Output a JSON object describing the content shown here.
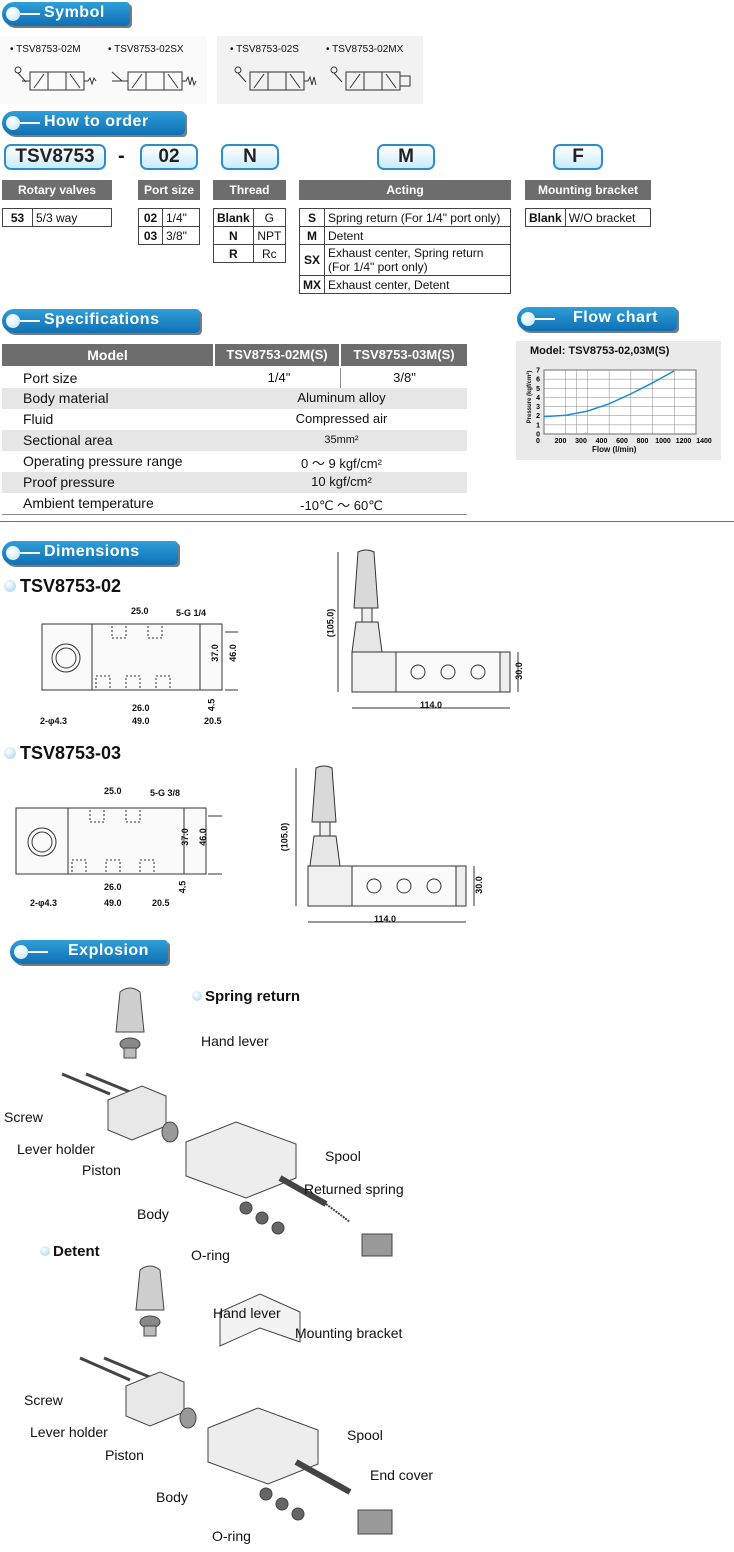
{
  "sections": {
    "symbol": "Symbol",
    "how_to_order": "How to order",
    "specifications": "Specifications",
    "flow_chart": "Flow chart",
    "dimensions": "Dimensions",
    "explosion": "Explosion"
  },
  "symbols": [
    "TSV8753-02M",
    "TSV8753-02SX",
    "TSV8753-02S",
    "TSV8753-02MX"
  ],
  "order": {
    "codes": [
      "TSV8753",
      "-",
      "02",
      "N",
      "M",
      "F"
    ],
    "rotary": {
      "header": "Rotary valves",
      "rows": [
        [
          "53",
          "5/3 way"
        ]
      ]
    },
    "port": {
      "header": "Port size",
      "rows": [
        [
          "02",
          "1/4\""
        ],
        [
          "03",
          "3/8\""
        ]
      ]
    },
    "thread": {
      "header": "Thread",
      "rows": [
        [
          "Blank",
          "G"
        ],
        [
          "N",
          "NPT"
        ],
        [
          "R",
          "Rc"
        ]
      ]
    },
    "acting": {
      "header": "Acting",
      "rows": [
        [
          "S",
          "Spring return (For 1/4\" port only)"
        ],
        [
          "M",
          "Detent"
        ],
        [
          "SX",
          "Exhaust center, Spring return (For 1/4\" port only)"
        ],
        [
          "MX",
          "Exhaust center, Detent"
        ]
      ]
    },
    "bracket": {
      "header": "Mounting bracket",
      "rows": [
        [
          "Blank",
          "W/O bracket"
        ]
      ]
    }
  },
  "specs": {
    "headers": [
      "Model",
      "TSV8753-02M(S)",
      "TSV8753-03M(S)"
    ],
    "port_size": {
      "name": "Port size",
      "v1": "1/4\"",
      "v2": "3/8\""
    },
    "rows": [
      {
        "name": "Body material",
        "value": "Aluminum alloy"
      },
      {
        "name": "Fluid",
        "value": "Compressed air"
      },
      {
        "name": "Sectional area",
        "value": "35mm²"
      },
      {
        "name": "Operating pressure range",
        "value": "0 ～ 9 kgf/cm²"
      },
      {
        "name": "Proof pressure",
        "value": "10 kgf/cm²"
      },
      {
        "name": "Ambient temperature",
        "value": "-10℃ ～ 60℃"
      }
    ]
  },
  "chart_data": {
    "type": "line",
    "title": "Model: TSV8753-02,03M(S)",
    "xlabel": "Flow (l/min)",
    "ylabel": "Pressure (kgf/cm²)",
    "x_ticks": [
      0,
      200,
      300,
      400,
      600,
      800,
      1000,
      1200,
      1400
    ],
    "y_ticks": [
      0,
      1,
      2,
      3,
      4,
      5,
      6,
      7
    ],
    "xlim": [
      0,
      1400
    ],
    "ylim": [
      0,
      7
    ],
    "grid": true,
    "series": [
      {
        "x": [
          0,
          200,
          400,
          600,
          800,
          1000,
          1200
        ],
        "y": [
          1.9,
          2.05,
          2.5,
          3.3,
          4.4,
          5.6,
          6.9
        ]
      }
    ],
    "line_color": "#1a8fd0"
  },
  "dimensions": {
    "model_02": "TSV8753-02",
    "model_03": "TSV8753-03",
    "d02": {
      "pitch": "25.0",
      "port": "5-G 1/4",
      "h1": "37.0",
      "h2": "46.0",
      "w1": "26.0",
      "hole": "2-φ4.3",
      "w2": "49.0",
      "w3": "20.5",
      "t": "4.5"
    },
    "d03": {
      "pitch": "25.0",
      "port": "5-G 3/8",
      "h1": "37.0",
      "h2": "46.0",
      "w1": "26.0",
      "hole": "2-φ4.3",
      "w2": "49.0",
      "w3": "20.5",
      "t": "4.5"
    },
    "side": {
      "height": "(105.0)",
      "length": "114.0",
      "h": "30.0"
    }
  },
  "explosion": {
    "spring_return": "Spring return",
    "detent": "Detent",
    "sr_labels": {
      "hand_lever": "Hand lever",
      "screw": "Screw",
      "lever_holder": "Lever holder",
      "piston": "Piston",
      "spool": "Spool",
      "returned_spring": "Returned spring",
      "body": "Body",
      "oring": "O-ring"
    },
    "dt_labels": {
      "hand_lever": "Hand lever",
      "mounting_bracket": "Mounting bracket",
      "screw": "Screw",
      "lever_holder": "Lever holder",
      "piston": "Piston",
      "spool": "Spool",
      "end_cover": "End cover",
      "body": "Body",
      "oring": "O-ring"
    }
  }
}
